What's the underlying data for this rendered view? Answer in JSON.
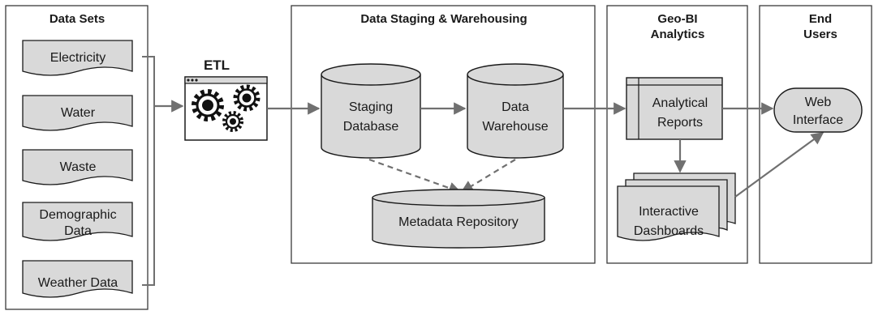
{
  "sections": {
    "data_sets": "Data Sets",
    "staging": "Data Staging & Warehousing",
    "geo_bi_line1": "Geo-BI",
    "geo_bi_line2": "Analytics",
    "end_users_line1": "End",
    "end_users_line2": "Users"
  },
  "data_sets": [
    {
      "lines": [
        "Electricity"
      ]
    },
    {
      "lines": [
        "Water"
      ]
    },
    {
      "lines": [
        "Waste"
      ]
    },
    {
      "lines": [
        "Demographic",
        "Data"
      ]
    },
    {
      "lines": [
        "Weather Data"
      ]
    }
  ],
  "etl": {
    "label": "ETL",
    "icon": "gears-icon"
  },
  "staging_db": {
    "line1": "Staging",
    "line2": "Database"
  },
  "warehouse": {
    "line1": "Data",
    "line2": "Warehouse"
  },
  "metadata": {
    "label": "Metadata Repository"
  },
  "analytical_reports": {
    "line1": "Analytical",
    "line2": "Reports"
  },
  "dashboards": {
    "line1": "Interactive",
    "line2": "Dashboards"
  },
  "web_interface": {
    "line1": "Web",
    "line2": "Interface"
  },
  "colors": {
    "fill": "#d9d9d9",
    "stroke": "#1a1a1a",
    "arrow": "#707070",
    "box": "#3a3a3a"
  }
}
